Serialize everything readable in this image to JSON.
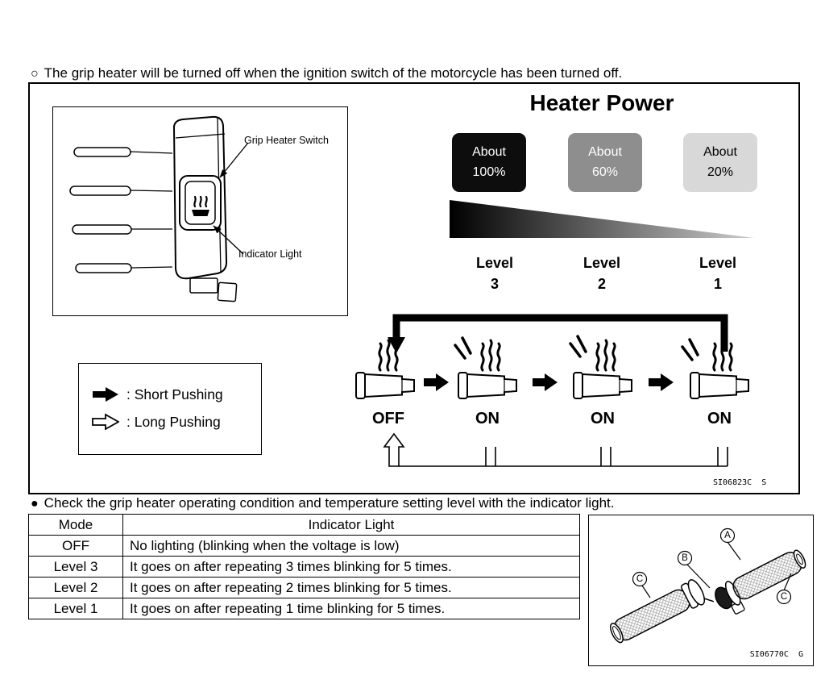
{
  "page": {
    "top_note": {
      "bullet": "○",
      "text": "The grip heater will be turned off when the ignition switch of the motorcycle has been turned off."
    },
    "check_note": {
      "bullet": "●",
      "text": "Check the grip heater operating condition and temperature setting level with the indicator light."
    }
  },
  "heater_figure": {
    "title": "Heater Power",
    "switch_drawing": {
      "grip_heater_switch_label": "Grip Heater Switch",
      "indicator_light_label": "Indicator Light"
    },
    "power_boxes": [
      {
        "line1": "About",
        "line2": "100%",
        "bg": "#0d0d0d",
        "fg": "#ffffff"
      },
      {
        "line1": "About",
        "line2": "60%",
        "bg": "#8e8e8e",
        "fg": "#ffffff"
      },
      {
        "line1": "About",
        "line2": "20%",
        "bg": "#d8d8d8",
        "fg": "#000000"
      }
    ],
    "gradient_wedge_colors": [
      "#000000",
      "#cccccc"
    ],
    "levels": [
      {
        "word": "Level",
        "num": "3"
      },
      {
        "word": "Level",
        "num": "2"
      },
      {
        "word": "Level",
        "num": "1"
      }
    ],
    "states": [
      "OFF",
      "ON",
      "ON",
      "ON"
    ],
    "legend": {
      "short_label": ": Short Pushing",
      "long_label": ": Long Pushing"
    },
    "figure_code": "SI06823C  S"
  },
  "indicator_table": {
    "headers": [
      "Mode",
      "Indicator Light"
    ],
    "rows": [
      {
        "mode": "OFF",
        "indicator": "No lighting (blinking when the voltage is low)"
      },
      {
        "mode": "Level 3",
        "indicator": "It goes on after repeating 3 times blinking for 5 times."
      },
      {
        "mode": "Level 2",
        "indicator": "It goes on after repeating 2 times blinking for 5 times."
      },
      {
        "mode": "Level 1",
        "indicator": "It goes on after repeating 1 time blinking for 5 times."
      }
    ]
  },
  "grip_parts_figure": {
    "callouts": [
      "A",
      "B",
      "C",
      "C"
    ],
    "figure_code": "SI06770C  G"
  }
}
